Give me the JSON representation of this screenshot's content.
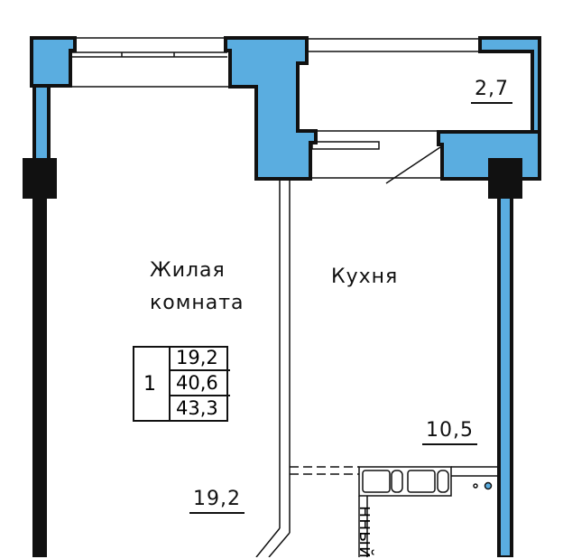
{
  "colors": {
    "wall_fill": "#5aade0",
    "outline": "#111111"
  },
  "rooms": {
    "living_label_line1": "Жилая",
    "living_label_line2": "комната",
    "kitchen_label": "Кухня",
    "bathroom_label_partial": "нный",
    "living_area": "19,2",
    "kitchen_area": "10,5",
    "balcony_area": "2,7"
  },
  "summary": {
    "rooms_count": "1",
    "living_area": "19,2",
    "total_area": "40,6",
    "total_with_balcony": "43,3"
  }
}
